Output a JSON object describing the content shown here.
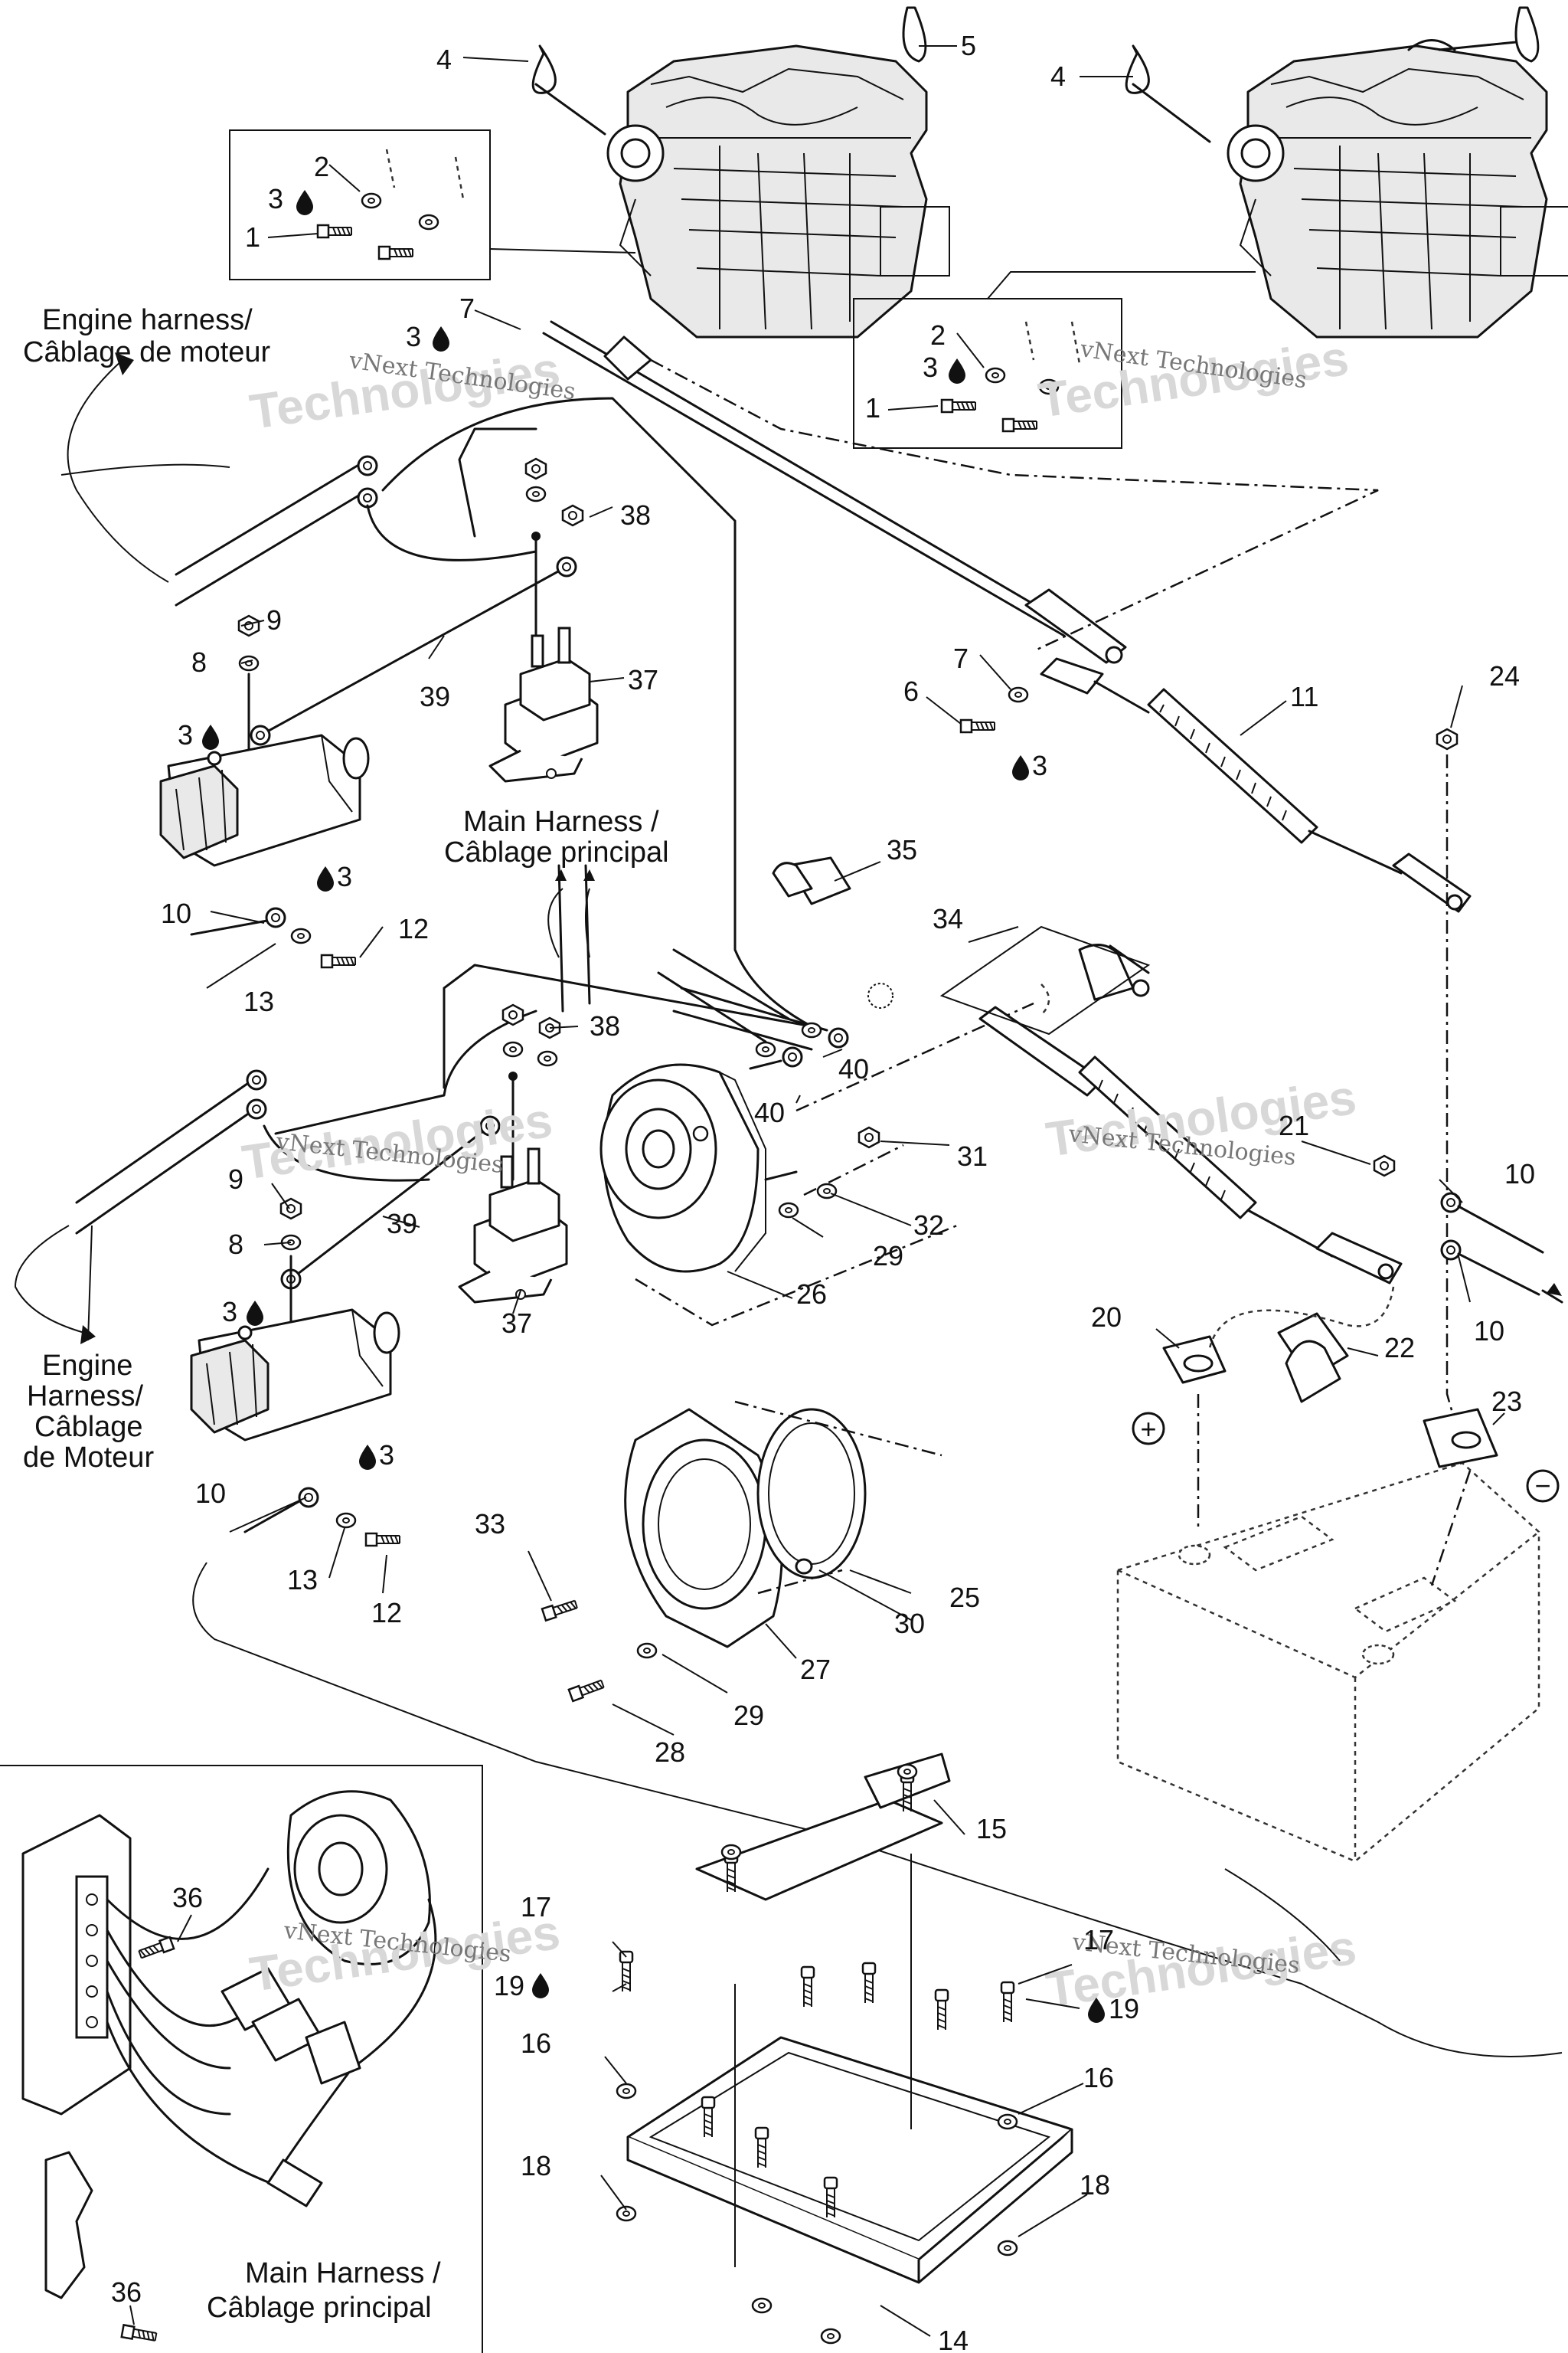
{
  "labels": {
    "engine_harness_top": [
      "Engine harness/",
      "Câblage de moteur"
    ],
    "engine_harness_mid": [
      "Engine",
      "Harness/",
      "Câblage",
      "de Moteur"
    ],
    "main_harness_mid": [
      "Main Harness /",
      "Câblage principal"
    ],
    "main_harness_inset": [
      "Main Harness /",
      "Câblage principal"
    ],
    "polarity_plus": "+",
    "polarity_minus": "−"
  },
  "watermarks": {
    "brand_text": "vNext Technologies",
    "brand_word": "Technologies",
    "brand_prefix": "vNext"
  },
  "callouts": {
    "c1a": "1",
    "c2a": "2",
    "c3a": "3",
    "c4a": "4",
    "c5": "5",
    "c1b": "1",
    "c2b": "2",
    "c3b": "3",
    "c4b": "4",
    "c3c": "3",
    "c7a": "7",
    "c38a": "38",
    "c9a": "9",
    "c8a": "8",
    "c3d": "3",
    "c37a": "37",
    "c39a": "39",
    "c3e": "3",
    "c10a": "10",
    "c12a": "12",
    "c13a": "13",
    "c7b": "7",
    "c6": "6",
    "c3f": "3",
    "c11": "11",
    "c24": "24",
    "c35": "35",
    "c34": "34",
    "c38b": "38",
    "c40a": "40",
    "c40b": "40",
    "c9b": "9",
    "c8b": "8",
    "c39b": "39",
    "c37b": "37",
    "c3g": "3",
    "c3h": "3",
    "c10b": "10",
    "c13b": "13",
    "c12b": "12",
    "c21": "21",
    "c10c": "10",
    "c10d": "10",
    "c20": "20",
    "c22": "22",
    "c23": "23",
    "c26": "26",
    "c29a": "29",
    "c32": "32",
    "c31": "31",
    "c33": "33",
    "c25": "25",
    "c30": "30",
    "c27": "27",
    "c29b": "29",
    "c28": "28",
    "c36a": "36",
    "c36b": "36",
    "c15": "15",
    "c17a": "17",
    "c19a": "19",
    "c16a": "16",
    "c18a": "18",
    "c17b": "17",
    "c19b": "19",
    "c16b": "16",
    "c18b": "18",
    "c14": "14"
  }
}
